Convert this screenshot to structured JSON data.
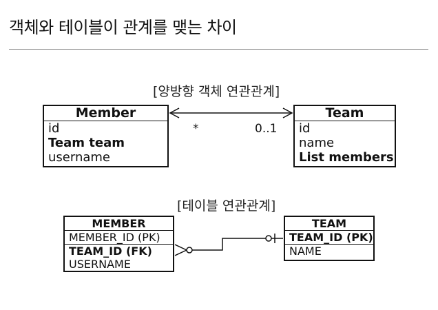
{
  "title": "객체와 테이블이 관계를 맺는 차이",
  "object_diagram": {
    "caption": "[양방향 객체 연관관계]",
    "member": {
      "name": "Member",
      "fields": [
        "id",
        "Team team",
        "username"
      ]
    },
    "team": {
      "name": "Team",
      "fields": [
        "id",
        "name",
        "List members"
      ]
    },
    "multiplicity_member_side": "*",
    "multiplicity_team_side": "0..1"
  },
  "table_diagram": {
    "caption": "[테이블 연관관계]",
    "member": {
      "name": "MEMBER",
      "pk": "MEMBER_ID (PK)",
      "columns": [
        "TEAM_ID (FK)",
        "USERNAME"
      ]
    },
    "team": {
      "name": "TEAM",
      "pk": "TEAM_ID (PK)",
      "columns": [
        "NAME"
      ]
    }
  }
}
